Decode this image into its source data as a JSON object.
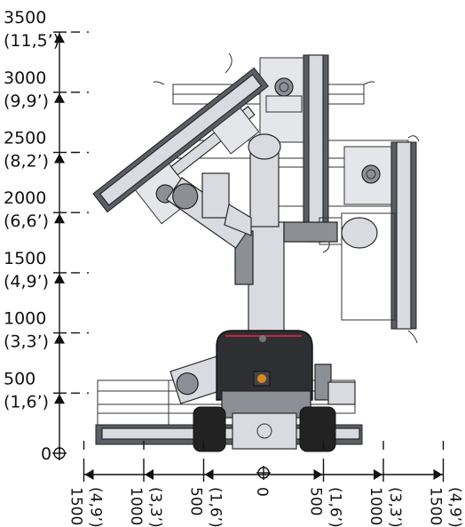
{
  "vertical_scale": {
    "ticks": [
      {
        "mm": "3500",
        "ft": "(11,5’)"
      },
      {
        "mm": "3000",
        "ft": "(9,9’)"
      },
      {
        "mm": "2500",
        "ft": "(8,2’)"
      },
      {
        "mm": "2000",
        "ft": "(6,6’)"
      },
      {
        "mm": "1500",
        "ft": "(4,9’)"
      },
      {
        "mm": "1000",
        "ft": "(3,3’)"
      },
      {
        "mm": "500",
        "ft": "(1,6’)"
      }
    ],
    "origin": "0"
  },
  "horizontal_scale": {
    "left": [
      {
        "mm": "1500",
        "ft": "(4,9’)"
      },
      {
        "mm": "1000",
        "ft": "(3,3’)"
      },
      {
        "mm": "500",
        "ft": "(1,6’)"
      }
    ],
    "center": "0",
    "right": [
      {
        "mm": "500",
        "ft": "(1,6’)"
      },
      {
        "mm": "1000",
        "ft": "(3,3’)"
      },
      {
        "mm": "1500",
        "ft": "(4,9’)"
      }
    ]
  }
}
